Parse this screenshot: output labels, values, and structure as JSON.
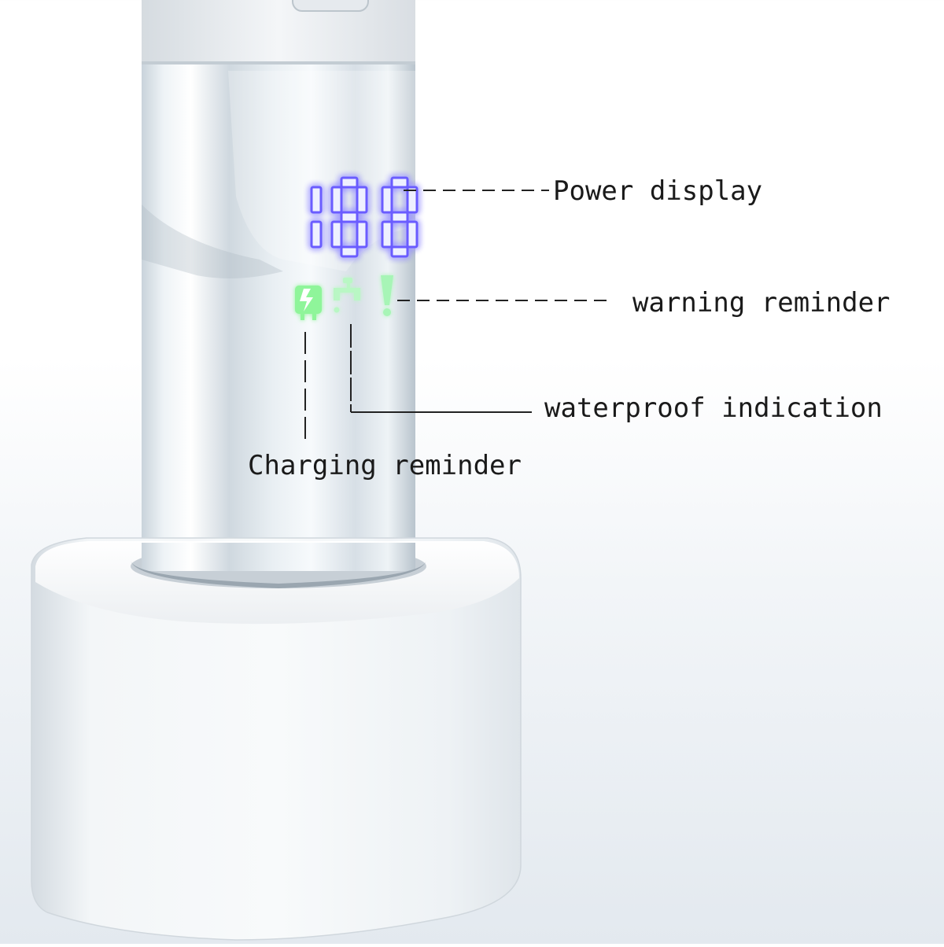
{
  "product": {
    "display": {
      "digits": "188",
      "digit_color": "#eef0ff",
      "glow_color": "#6a5cff"
    },
    "indicators": [
      {
        "name": "charging",
        "icon": "plug-icon",
        "color": "#8ff59a"
      },
      {
        "name": "waterproof",
        "icon": "faucet-icon",
        "color": "#b9f7c4"
      },
      {
        "name": "warning",
        "icon": "exclamation-icon",
        "color": "#a7f5b6"
      }
    ]
  },
  "callouts": {
    "power_display": "Power display",
    "warning_reminder": "warning reminder",
    "waterproof_indication": "waterproof indication",
    "charging_reminder": "Charging reminder"
  },
  "colors": {
    "body": "#dfe6ec",
    "base": "#eef2f5",
    "leader_line": "#222222"
  }
}
